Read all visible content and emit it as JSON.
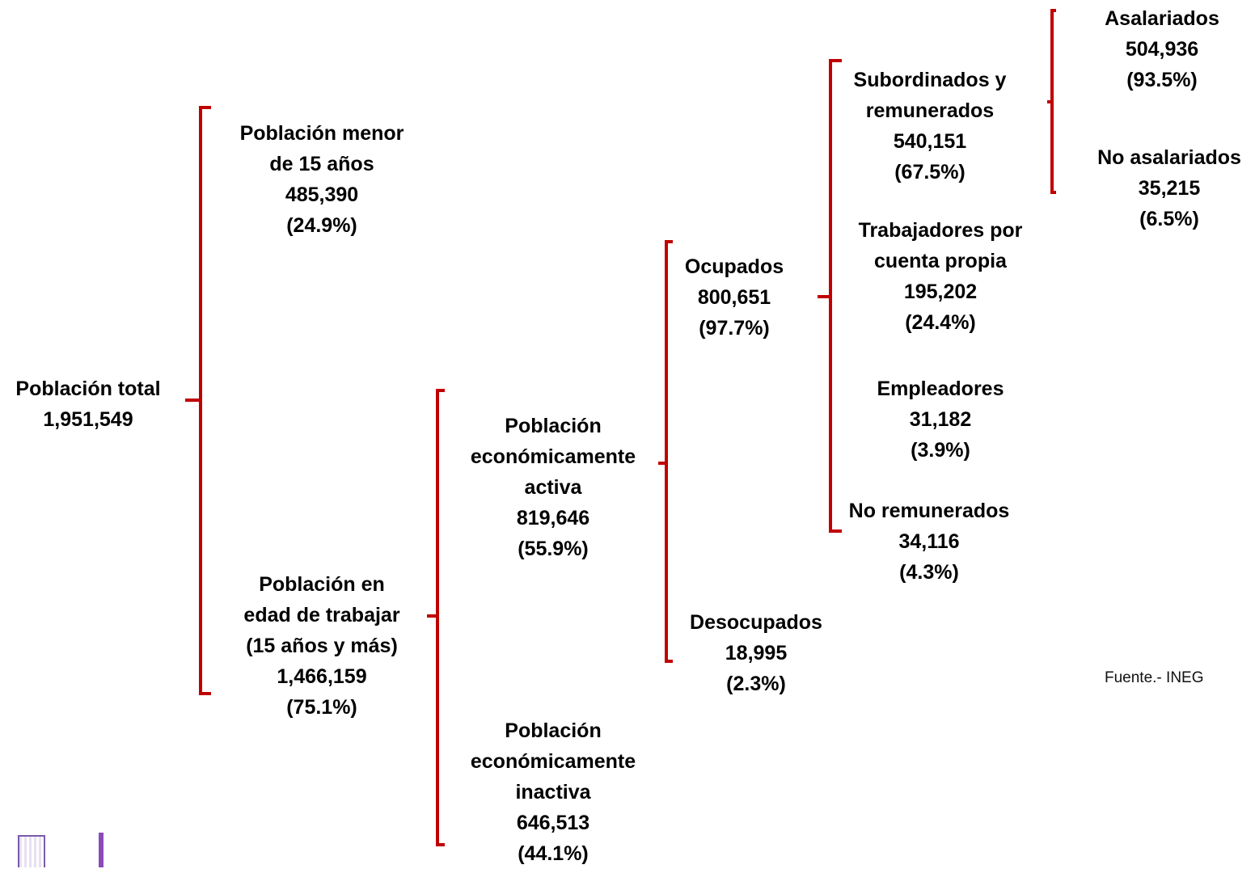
{
  "colors": {
    "bracket": "#c00000",
    "text": "#000000",
    "logo_accent": "#8a4bb8"
  },
  "nodes": {
    "poblacion_total": {
      "lines": [
        "Población total",
        "1,951,549"
      ]
    },
    "menor_15": {
      "lines": [
        "Población menor",
        "de 15 años",
        "485,390",
        "(24.9%)"
      ]
    },
    "edad_trabajar": {
      "lines": [
        "Población en",
        "edad de trabajar",
        "(15 años y más)",
        "1,466,159",
        "(75.1%)"
      ]
    },
    "pea": {
      "lines": [
        "Población",
        "económicamente",
        "activa",
        "819,646",
        "(55.9%)"
      ]
    },
    "pei": {
      "lines": [
        "Población",
        "económicamente",
        "inactiva",
        "646,513",
        "(44.1%)"
      ]
    },
    "ocupados": {
      "lines": [
        "Ocupados",
        "800,651",
        "(97.7%)"
      ]
    },
    "desocupados": {
      "lines": [
        "Desocupados",
        "18,995",
        "(2.3%)"
      ]
    },
    "subordinados": {
      "lines": [
        "Subordinados y",
        "remunerados",
        "540,151",
        "(67.5%)"
      ]
    },
    "cuenta_propia": {
      "lines": [
        "Trabajadores por",
        "cuenta propia",
        "195,202",
        "(24.4%)"
      ]
    },
    "empleadores": {
      "lines": [
        "Empleadores",
        "31,182",
        "(3.9%)"
      ]
    },
    "no_remunerados": {
      "lines": [
        "No remunerados",
        "34,116",
        "(4.3%)"
      ]
    },
    "asalariados": {
      "lines": [
        "Asalariados",
        "504,936",
        "(93.5%)"
      ]
    },
    "no_asalariados": {
      "lines": [
        "No asalariados",
        "35,215",
        "(6.5%)"
      ]
    }
  },
  "source": "Fuente.- INEG",
  "logo_icon": "institution-seal-icon"
}
